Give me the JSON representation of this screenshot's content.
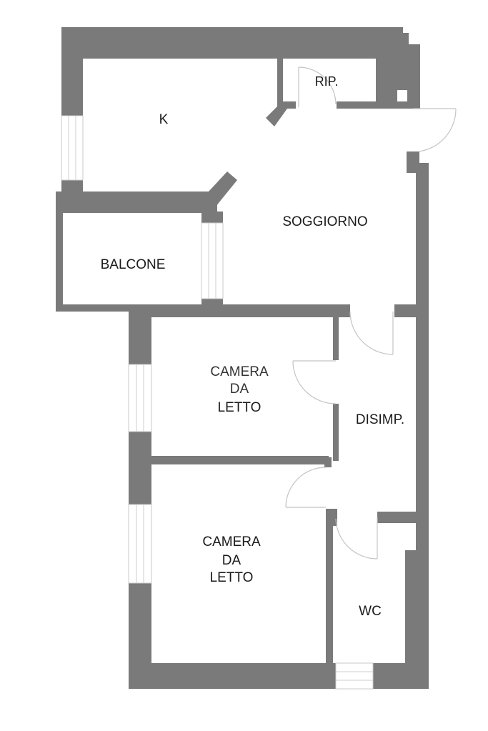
{
  "plan": {
    "wall_color": "#7a7a7a",
    "rooms": [
      {
        "id": "kitchen",
        "label_lines": [
          "K"
        ]
      },
      {
        "id": "storage",
        "label_lines": [
          "RIP."
        ]
      },
      {
        "id": "living",
        "label_lines": [
          "SOGGIORNO"
        ]
      },
      {
        "id": "balcony",
        "label_lines": [
          "BALCONE"
        ]
      },
      {
        "id": "bedroom-1",
        "label_lines": [
          "CAMERA",
          "DA",
          "LETTO"
        ]
      },
      {
        "id": "hallway",
        "label_lines": [
          "DISIMP."
        ]
      },
      {
        "id": "bedroom-2",
        "label_lines": [
          "CAMERA",
          "DA",
          "LETTO"
        ]
      },
      {
        "id": "bathroom",
        "label_lines": [
          "WC"
        ]
      }
    ]
  }
}
